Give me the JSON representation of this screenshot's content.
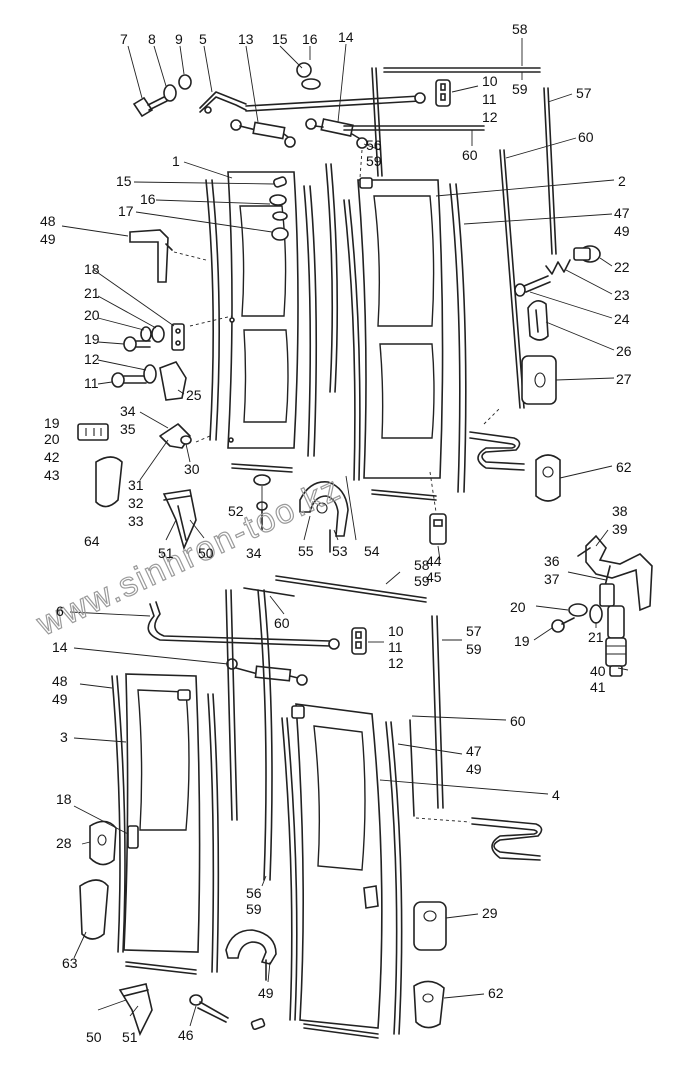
{
  "watermark": "www.sinhron-too.kz",
  "labels": [
    {
      "id": "l7",
      "text": "7"
    },
    {
      "id": "l8",
      "text": "8"
    },
    {
      "id": "l9",
      "text": "9"
    },
    {
      "id": "l5",
      "text": "5"
    },
    {
      "id": "l13",
      "text": "13"
    },
    {
      "id": "l15a",
      "text": "15"
    },
    {
      "id": "l16a",
      "text": "16"
    },
    {
      "id": "l14a",
      "text": "14"
    },
    {
      "id": "l58a",
      "text": "58"
    },
    {
      "id": "l59a",
      "text": "59"
    },
    {
      "id": "l57a",
      "text": "57"
    },
    {
      "id": "l10a",
      "text": "10"
    },
    {
      "id": "l11a",
      "text": "11"
    },
    {
      "id": "l12a",
      "text": "12"
    },
    {
      "id": "l56a",
      "text": "56"
    },
    {
      "id": "l59b",
      "text": "59"
    },
    {
      "id": "l60a",
      "text": "60"
    },
    {
      "id": "l60b",
      "text": "60"
    },
    {
      "id": "l1",
      "text": "1"
    },
    {
      "id": "l15b",
      "text": "15"
    },
    {
      "id": "l16b",
      "text": "16"
    },
    {
      "id": "l17",
      "text": "17"
    },
    {
      "id": "l2",
      "text": "2"
    },
    {
      "id": "l48a",
      "text": "48"
    },
    {
      "id": "l49a",
      "text": "49"
    },
    {
      "id": "l47a",
      "text": "47"
    },
    {
      "id": "l49b",
      "text": "49"
    },
    {
      "id": "l22",
      "text": "22"
    },
    {
      "id": "l23",
      "text": "23"
    },
    {
      "id": "l24",
      "text": "24"
    },
    {
      "id": "l18a",
      "text": "18"
    },
    {
      "id": "l21a",
      "text": "21"
    },
    {
      "id": "l20a",
      "text": "20"
    },
    {
      "id": "l19a",
      "text": "19"
    },
    {
      "id": "l26",
      "text": "26"
    },
    {
      "id": "l12b",
      "text": "12"
    },
    {
      "id": "l11b",
      "text": "11"
    },
    {
      "id": "l27",
      "text": "27"
    },
    {
      "id": "l25",
      "text": "25"
    },
    {
      "id": "l34a",
      "text": "34"
    },
    {
      "id": "l35",
      "text": "35"
    },
    {
      "id": "l19b",
      "text": "19"
    },
    {
      "id": "l20b",
      "text": "20"
    },
    {
      "id": "l42",
      "text": "42"
    },
    {
      "id": "l43",
      "text": "43"
    },
    {
      "id": "l30",
      "text": "30"
    },
    {
      "id": "l62a",
      "text": "62"
    },
    {
      "id": "l31",
      "text": "31"
    },
    {
      "id": "l32",
      "text": "32"
    },
    {
      "id": "l33",
      "text": "33"
    },
    {
      "id": "l52",
      "text": "52"
    },
    {
      "id": "l64",
      "text": "64"
    },
    {
      "id": "l34b",
      "text": "34"
    },
    {
      "id": "l51a",
      "text": "51"
    },
    {
      "id": "l50a",
      "text": "50"
    },
    {
      "id": "l55",
      "text": "55"
    },
    {
      "id": "l53",
      "text": "53"
    },
    {
      "id": "l54",
      "text": "54"
    },
    {
      "id": "l44",
      "text": "44"
    },
    {
      "id": "l45",
      "text": "45"
    },
    {
      "id": "l38",
      "text": "38"
    },
    {
      "id": "l39",
      "text": "39"
    },
    {
      "id": "l36",
      "text": "36"
    },
    {
      "id": "l37",
      "text": "37"
    },
    {
      "id": "l58b",
      "text": "58"
    },
    {
      "id": "l59c",
      "text": "59"
    },
    {
      "id": "l6",
      "text": "6"
    },
    {
      "id": "l60c",
      "text": "60"
    },
    {
      "id": "l20c",
      "text": "20"
    },
    {
      "id": "l21b",
      "text": "21"
    },
    {
      "id": "l19c",
      "text": "19"
    },
    {
      "id": "l14b",
      "text": "14"
    },
    {
      "id": "l10b",
      "text": "10"
    },
    {
      "id": "l11c",
      "text": "11"
    },
    {
      "id": "l12c",
      "text": "12"
    },
    {
      "id": "l57b",
      "text": "57"
    },
    {
      "id": "l59d",
      "text": "59"
    },
    {
      "id": "l40",
      "text": "40"
    },
    {
      "id": "l41",
      "text": "41"
    },
    {
      "id": "l48b",
      "text": "48"
    },
    {
      "id": "l49c",
      "text": "49"
    },
    {
      "id": "l60d",
      "text": "60"
    },
    {
      "id": "l3",
      "text": "3"
    },
    {
      "id": "l47b",
      "text": "47"
    },
    {
      "id": "l49d",
      "text": "49"
    },
    {
      "id": "l4",
      "text": "4"
    },
    {
      "id": "l18b",
      "text": "18"
    },
    {
      "id": "l28",
      "text": "28"
    },
    {
      "id": "l56b",
      "text": "56"
    },
    {
      "id": "l59e",
      "text": "59"
    },
    {
      "id": "l29",
      "text": "29"
    },
    {
      "id": "l63",
      "text": "63"
    },
    {
      "id": "l49e",
      "text": "49"
    },
    {
      "id": "l62b",
      "text": "62"
    },
    {
      "id": "l50b",
      "text": "50"
    },
    {
      "id": "l51b",
      "text": "51"
    },
    {
      "id": "l46",
      "text": "46"
    }
  ]
}
